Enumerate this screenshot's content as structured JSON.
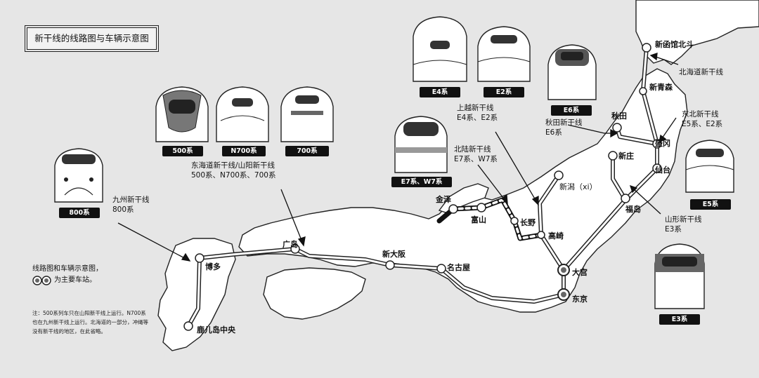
{
  "title": "新干线的线路图与车辆示意图",
  "lines": {
    "kyushu": {
      "name": "九州新干线",
      "cars": "800系"
    },
    "tokaido": {
      "name": "东海道新干线/山阳新干线",
      "cars": "500系、N700系、700系"
    },
    "hokuriku": {
      "name": "北陆新干线",
      "cars": "E7系、W7系"
    },
    "joetsu": {
      "name": "上越新干线",
      "cars": "E4系、E2系"
    },
    "akita": {
      "name": "秋田新干线",
      "cars": "E6系"
    },
    "tohoku": {
      "name": "东北新干线",
      "cars": "E5系、E2系"
    },
    "hokkaido": {
      "name": "北海道新干线"
    },
    "yamagata": {
      "name": "山形新干线",
      "cars": "E3系"
    }
  },
  "stations": {
    "shinhakodate": "新函馆北斗",
    "shinaomori": "新青森",
    "akita": "秋田",
    "morioka": "盛冈",
    "sendai": "仙台",
    "shinjo": "新庄",
    "fukushima": "福岛",
    "niigata": "新潟（xi）",
    "omiya": "大宫",
    "tokyo": "东京",
    "takasaki": "高崎",
    "nagano": "长野",
    "toyama": "富山",
    "kanazawa": "金泽",
    "nagoya": "名古屋",
    "shinosaka": "新大阪",
    "hiroshima": "广岛",
    "hakata": "博多",
    "kagoshima": "鹿儿岛中央"
  },
  "trains": {
    "t800": "800系",
    "t500": "500系",
    "tn700": "N700系",
    "t700": "700系",
    "te7": "E7系、W7系",
    "te4": "E4系",
    "te2": "E2系",
    "te6": "E6系",
    "te5": "E5系",
    "te3": "E3系"
  },
  "legend": {
    "line1": "线路图和车辆示意图，",
    "line2": "为主要车站。"
  },
  "note": [
    "注：500系列车只在山阳新干线上运行。N700系",
    "也在九州新干线上运行。北海道的一部分，冲绳等",
    "没有新干线的地区，在此省略。"
  ],
  "colors": {
    "background": "#e6e6e6",
    "land": "#ffffff",
    "outline": "#222222",
    "tag": "#111111"
  }
}
